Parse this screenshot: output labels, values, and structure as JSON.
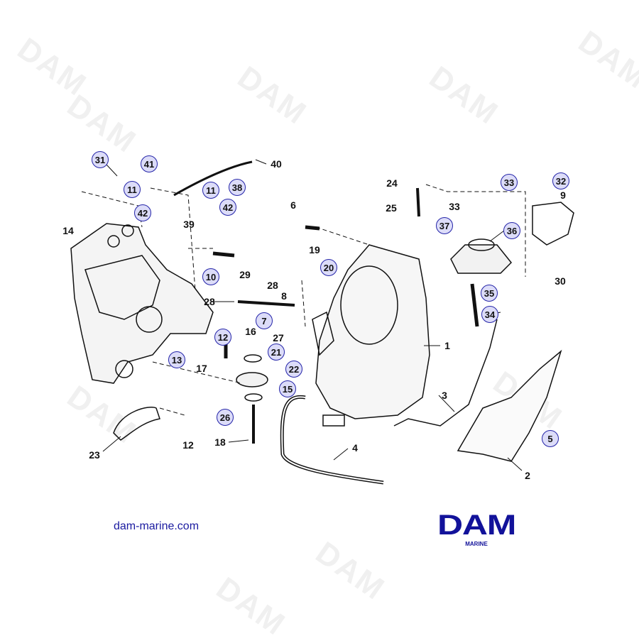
{
  "watermark": "DAM",
  "footer": {
    "website": "dam-marine.com",
    "logo_main": "DAM",
    "logo_sub": "MARINE"
  },
  "colors": {
    "brand": "#12129a",
    "callout_fill": "#dcdcf8",
    "callout_border": "#2323a8"
  },
  "callouts": [
    {
      "n": "31",
      "circled": true
    },
    {
      "n": "11",
      "circled": true
    },
    {
      "n": "42",
      "circled": true
    },
    {
      "n": "41",
      "circled": true
    },
    {
      "n": "11",
      "circled": true
    },
    {
      "n": "42",
      "circled": true
    },
    {
      "n": "38",
      "circled": true
    },
    {
      "n": "10",
      "circled": true
    },
    {
      "n": "20",
      "circled": true
    },
    {
      "n": "7",
      "circled": true
    },
    {
      "n": "12",
      "circled": true
    },
    {
      "n": "13",
      "circled": true
    },
    {
      "n": "21",
      "circled": true
    },
    {
      "n": "22",
      "circled": true
    },
    {
      "n": "15",
      "circled": true
    },
    {
      "n": "26",
      "circled": true
    },
    {
      "n": "33",
      "circled": true
    },
    {
      "n": "32",
      "circled": true
    },
    {
      "n": "37",
      "circled": true
    },
    {
      "n": "36",
      "circled": true
    },
    {
      "n": "35",
      "circled": true
    },
    {
      "n": "34",
      "circled": true
    },
    {
      "n": "5",
      "circled": true
    },
    {
      "n": "40",
      "circled": false
    },
    {
      "n": "39",
      "circled": false
    },
    {
      "n": "14",
      "circled": false
    },
    {
      "n": "6",
      "circled": false
    },
    {
      "n": "19",
      "circled": false
    },
    {
      "n": "29",
      "circled": false
    },
    {
      "n": "28",
      "circled": false
    },
    {
      "n": "8",
      "circled": false
    },
    {
      "n": "28",
      "circled": false
    },
    {
      "n": "27",
      "circled": false
    },
    {
      "n": "16",
      "circled": false
    },
    {
      "n": "17",
      "circled": false
    },
    {
      "n": "24",
      "circled": false
    },
    {
      "n": "25",
      "circled": false
    },
    {
      "n": "33",
      "circled": false
    },
    {
      "n": "9",
      "circled": false
    },
    {
      "n": "30",
      "circled": false
    },
    {
      "n": "1",
      "circled": false
    },
    {
      "n": "3",
      "circled": false
    },
    {
      "n": "4",
      "circled": false
    },
    {
      "n": "2",
      "circled": false
    },
    {
      "n": "23",
      "circled": false
    },
    {
      "n": "12",
      "circled": false
    },
    {
      "n": "18",
      "circled": false
    }
  ]
}
